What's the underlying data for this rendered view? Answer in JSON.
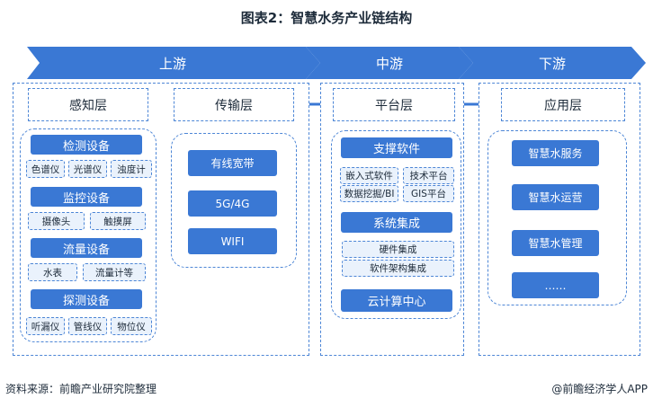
{
  "title": "图表2：智慧水务产业链结构",
  "stages": {
    "upstream": "上游",
    "midstream": "中游",
    "downstream": "下游"
  },
  "upstream": {
    "sensing": {
      "label": "感知层",
      "groups": [
        {
          "label": "检测设备",
          "items": [
            "色谱仪",
            "光谱仪",
            "浊度计"
          ]
        },
        {
          "label": "监控设备",
          "items": [
            "摄像头",
            "触摸屏"
          ]
        },
        {
          "label": "流量设备",
          "items": [
            "水表",
            "流量计等"
          ]
        },
        {
          "label": "探测设备",
          "items": [
            "听漏仪",
            "管线仪",
            "物位仪"
          ]
        }
      ]
    },
    "transmission": {
      "label": "传输层",
      "items": [
        "有线宽带",
        "5G/4G",
        "WIFI"
      ]
    }
  },
  "midstream": {
    "platform": {
      "label": "平台层",
      "support": {
        "label": "支撑软件",
        "items": [
          "嵌入式软件",
          "技术平台",
          "数据挖掘/BI",
          "GIS平台"
        ]
      },
      "integration": {
        "label": "系统集成",
        "items": [
          "硬件集成",
          "软件架构集成"
        ]
      },
      "cloud": "云计算中心"
    }
  },
  "downstream": {
    "application": {
      "label": "应用层",
      "items": [
        "智慧水服务",
        "智慧水运营",
        "智慧水管理",
        "……"
      ]
    }
  },
  "footer": {
    "source": "资料来源：前瞻产业研究院整理",
    "brand": "@前瞻经济学人APP"
  },
  "colors": {
    "accent": "#3a78d4",
    "dashed": "#4d86d6",
    "chevron": "#3a78d4"
  }
}
